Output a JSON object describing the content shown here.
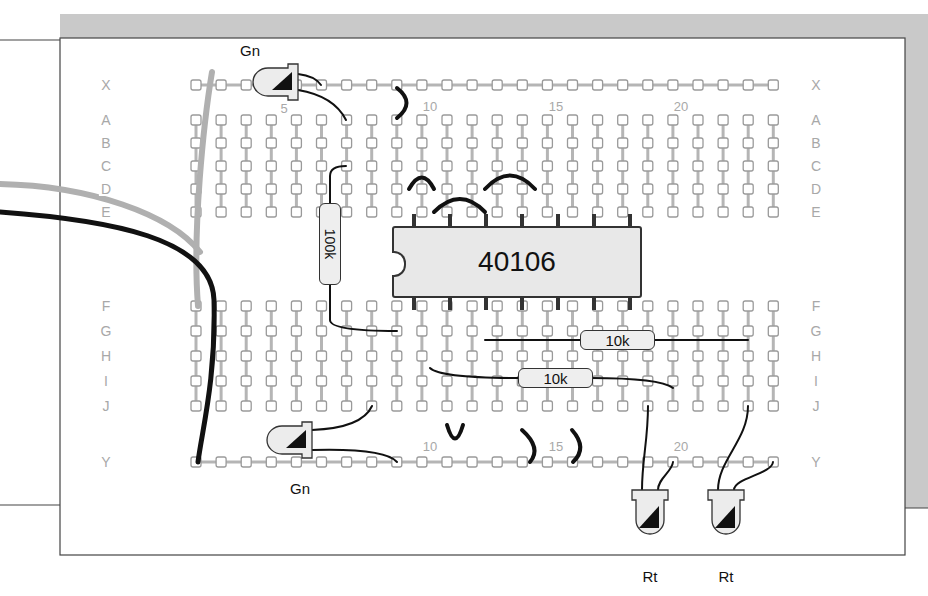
{
  "diagram": {
    "nodes": [
      {
        "text": [
          "100k"
        ]
      },
      {
        "text": [
          "40106"
        ]
      },
      {
        "text": [
          "10k"
        ]
      },
      {
        "text": [
          "10k"
        ]
      }
    ],
    "labels": [
      "X",
      "A",
      "B",
      "C",
      "D",
      "E",
      "F",
      "G",
      "H",
      "I",
      "J",
      "Y",
      "X",
      "A",
      "B",
      "C",
      "D",
      "E",
      "F",
      "G",
      "H",
      "I",
      "J",
      "Y",
      "5",
      "10",
      "15",
      "20",
      "10",
      "15",
      "20",
      "Gn",
      "Gn",
      "Rt",
      "Rt"
    ]
  }
}
